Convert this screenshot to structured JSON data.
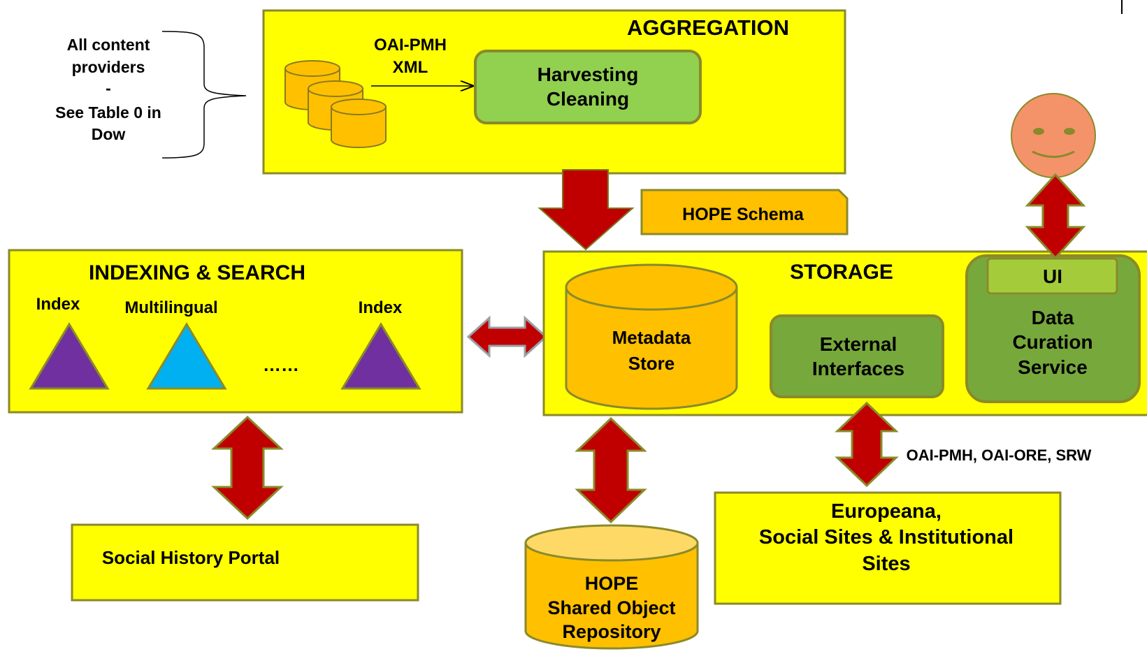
{
  "providers": {
    "line1": "All content",
    "line2": "providers",
    "line3": "-",
    "line4": "See Table 0 in",
    "line5": "Dow"
  },
  "aggregation": {
    "title": "AGGREGATION",
    "protocol_line1": "OAI-PMH",
    "protocol_line2": "XML",
    "harvesting_line1": "Harvesting",
    "harvesting_line2": "Cleaning"
  },
  "schema_label": "HOPE Schema",
  "indexing": {
    "title": "INDEXING & SEARCH",
    "index1": "Index",
    "multilingual": "Multilingual",
    "dots": "……",
    "index2": "Index"
  },
  "storage": {
    "title": "STORAGE",
    "metadata_line1": "Metadata",
    "metadata_line2": "Store",
    "external_line1": "External",
    "external_line2": "Interfaces",
    "ui": "UI",
    "curation_line1": "Data",
    "curation_line2": "Curation",
    "curation_line3": "Service"
  },
  "protocols_label": "OAI-PMH, OAI-ORE, SRW",
  "portal": "Social History Portal",
  "repository": {
    "line1": "HOPE",
    "line2": "Shared Object",
    "line3": "Repository"
  },
  "europeana": {
    "line1": "Europeana,",
    "line2": "Social Sites & Institutional",
    "line3": "Sites"
  },
  "colors": {
    "yellow_box": "#ffff00",
    "box_border": "#8a8a2a",
    "green_box": "#92d050",
    "dark_green_box": "#77a83c",
    "orange_cylinder": "#ffc000",
    "arrow_red": "#c00000",
    "purple_triangle": "#7030a0",
    "blue_triangle": "#00b0f0",
    "face": "#f4936a"
  }
}
